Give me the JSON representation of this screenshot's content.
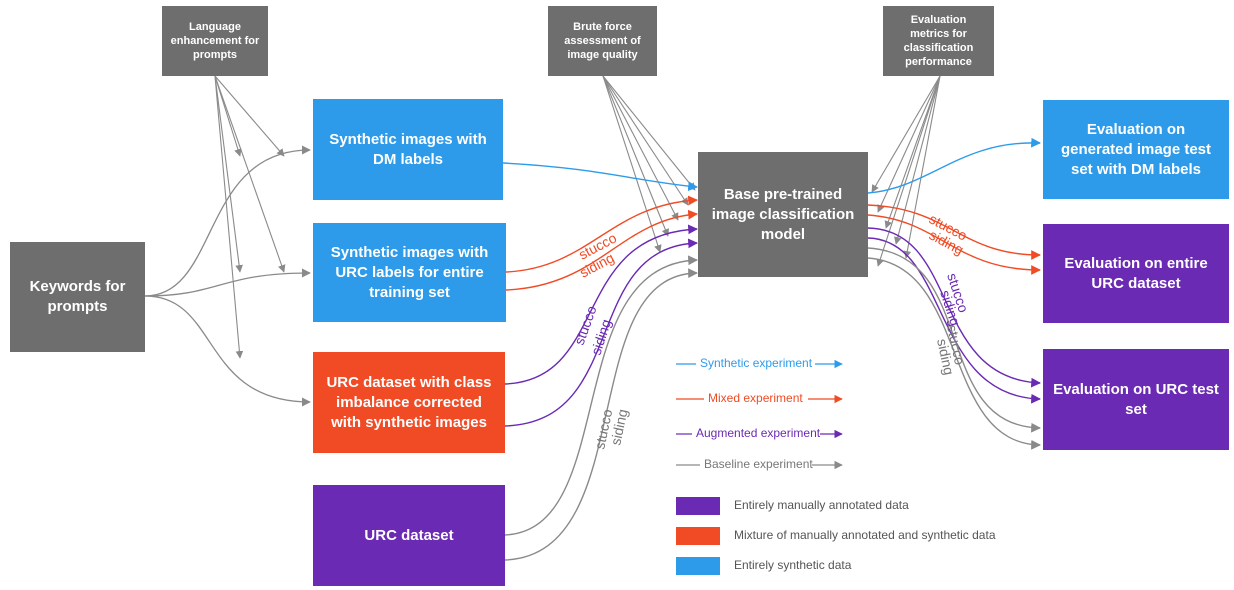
{
  "colors": {
    "gray": "#6e6e6e",
    "blue": "#2e9bea",
    "purple": "#6a2ab3",
    "orange": "#f04b25",
    "arrow_gray": "#8a8a8a"
  },
  "nodes": {
    "keywords": "Keywords for prompts",
    "language": "Language enhancement for prompts",
    "synthetic_dm": "Synthetic images with DM labels",
    "synthetic_urc": "Synthetic images with URC labels for entire training set",
    "urc_imbalance": "URC dataset with class imbalance corrected with synthetic images",
    "urc_dataset": "URC dataset",
    "brute_force": "Brute force assessment of image quality",
    "base_model": "Base pre-trained image classification model",
    "eval_metrics": "Evaluation metrics for classification performance",
    "eval_generated": "Evaluation on generated image test set with DM labels",
    "eval_entire": "Evaluation on entire URC dataset",
    "eval_test": "Evaluation on URC test set"
  },
  "edge_labels": {
    "stucco": "stucco",
    "siding": "siding"
  },
  "legend": {
    "experiments": [
      {
        "label": "Synthetic experiment",
        "color": "#2e9bea"
      },
      {
        "label": "Mixed experiment",
        "color": "#f04b25"
      },
      {
        "label": "Augmented experiment",
        "color": "#6a2ab3"
      },
      {
        "label": "Baseline experiment",
        "color": "#8a8a8a"
      }
    ],
    "data_types": [
      {
        "label": "Entirely manually annotated data",
        "color": "#6a2ab3"
      },
      {
        "label": "Mixture of manually annotated and synthetic data",
        "color": "#f04b25"
      },
      {
        "label": "Entirely synthetic data",
        "color": "#2e9bea"
      }
    ]
  }
}
